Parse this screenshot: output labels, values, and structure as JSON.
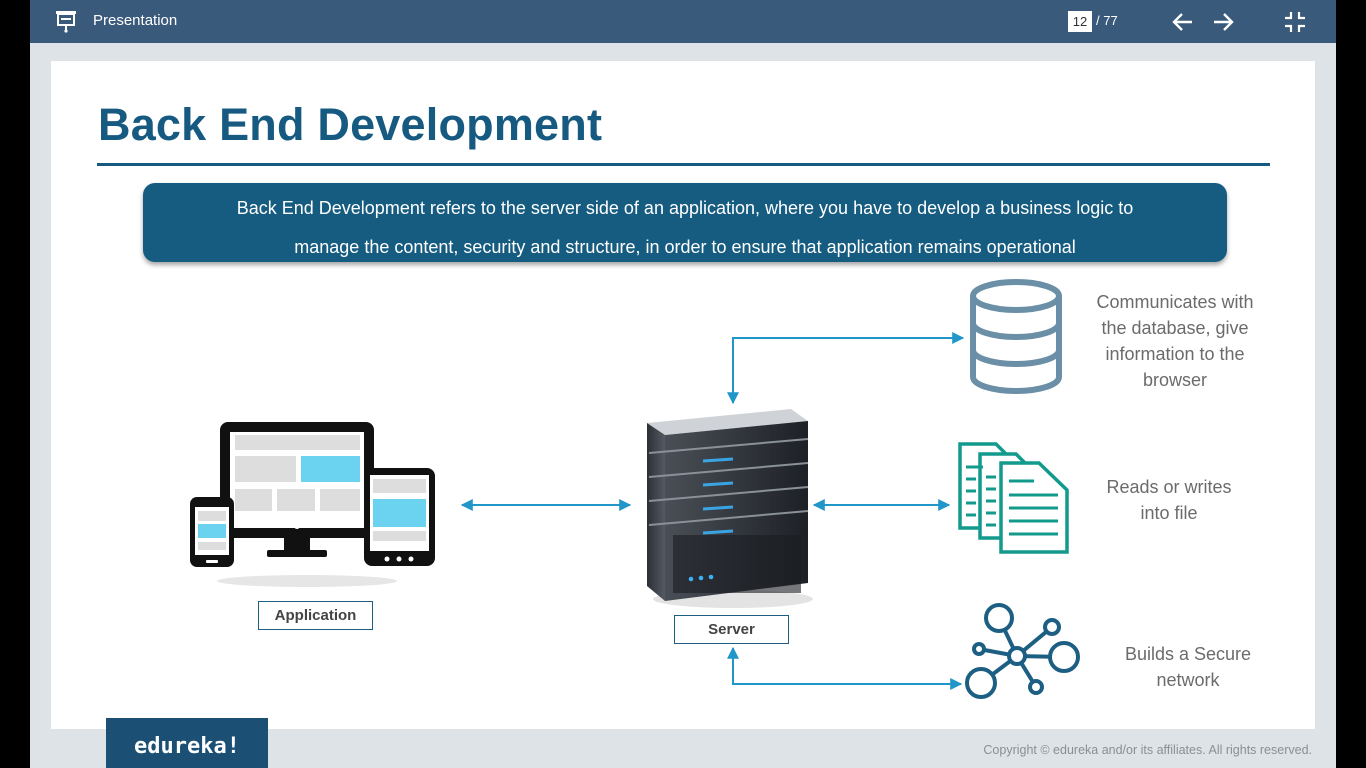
{
  "topbar": {
    "title": "Presentation",
    "current_page": "12",
    "total_pages": "/ 77",
    "icons": [
      "presentation-icon",
      "arrow-left-icon",
      "arrow-right-icon",
      "exit-fullscreen-icon"
    ]
  },
  "slide": {
    "title": "Back End Development",
    "definition_line1": "Back End Development refers to the server side of an application, where you have to develop a business logic to",
    "definition_line2": "manage the content, security and structure, in order to ensure that application remains operational",
    "labels": {
      "application": "Application",
      "server": "Server"
    },
    "features": {
      "database_line1": "Communicates with",
      "database_line2": "the database, give",
      "database_line3": "information to the",
      "database_line4": "browser",
      "file_line1": "Reads or writes",
      "file_line2": "into file",
      "network_line1": "Builds a Secure",
      "network_line2": "network"
    }
  },
  "footer": {
    "logo": "edureka!",
    "copyright": "Copyright © edureka and/or its affiliates. All rights reserved."
  },
  "colors": {
    "topbar": "#3a5a7c",
    "title_blue": "#175a81",
    "arrow_blue": "#2196c9",
    "teal": "#129a8c",
    "db_blue": "#6a8fa6",
    "network_blue": "#1d5f83"
  }
}
